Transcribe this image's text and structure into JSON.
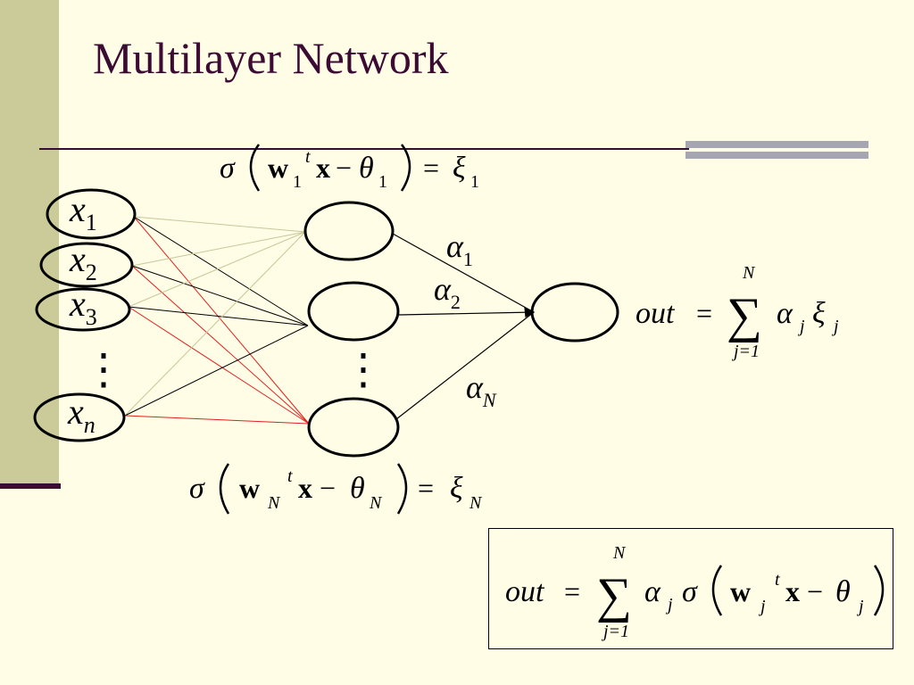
{
  "slide": {
    "title": "Multilayer Network"
  },
  "inputs": [
    {
      "base": "x",
      "sub": "1"
    },
    {
      "base": "x",
      "sub": "2"
    },
    {
      "base": "x",
      "sub": "3"
    },
    {
      "base": "x",
      "sub": "n"
    }
  ],
  "ellipsis": "⋮",
  "weights": [
    {
      "base": "α",
      "sub": "1"
    },
    {
      "base": "α",
      "sub": "2"
    },
    {
      "base": "α",
      "sub": "N"
    }
  ],
  "top_formula": {
    "sigma": "σ",
    "w": "w",
    "wsub": "1",
    "t": "t",
    "x": "x",
    "minus": "−",
    "theta": "θ",
    "thsub": "1",
    "eq": "=",
    "xi": "ξ",
    "xisub": "1"
  },
  "bottom_formula": {
    "sigma": "σ",
    "w": "w",
    "wsub": "N",
    "t": "t",
    "x": "x",
    "minus": "−",
    "theta": "θ",
    "thsub": "N",
    "eq": "=",
    "xi": "ξ",
    "xisub": "N"
  },
  "out_formula": {
    "out": "out",
    "eq": "=",
    "sum": "∑",
    "upper": "N",
    "lower": "j=1",
    "alpha": "α",
    "j": "j",
    "xi": "ξ"
  },
  "boxed_formula": {
    "out": "out",
    "eq": "=",
    "sum": "∑",
    "upper": "N",
    "lower": "j=1",
    "alpha": "α",
    "j": "j",
    "sigma": "σ",
    "w": "w",
    "t": "t",
    "x": "x",
    "minus": "−",
    "theta": "θ"
  },
  "colors": {
    "background": "#fffde6",
    "title": "#3b0b33",
    "red": "#e02020",
    "tan": "#c8c79a"
  }
}
